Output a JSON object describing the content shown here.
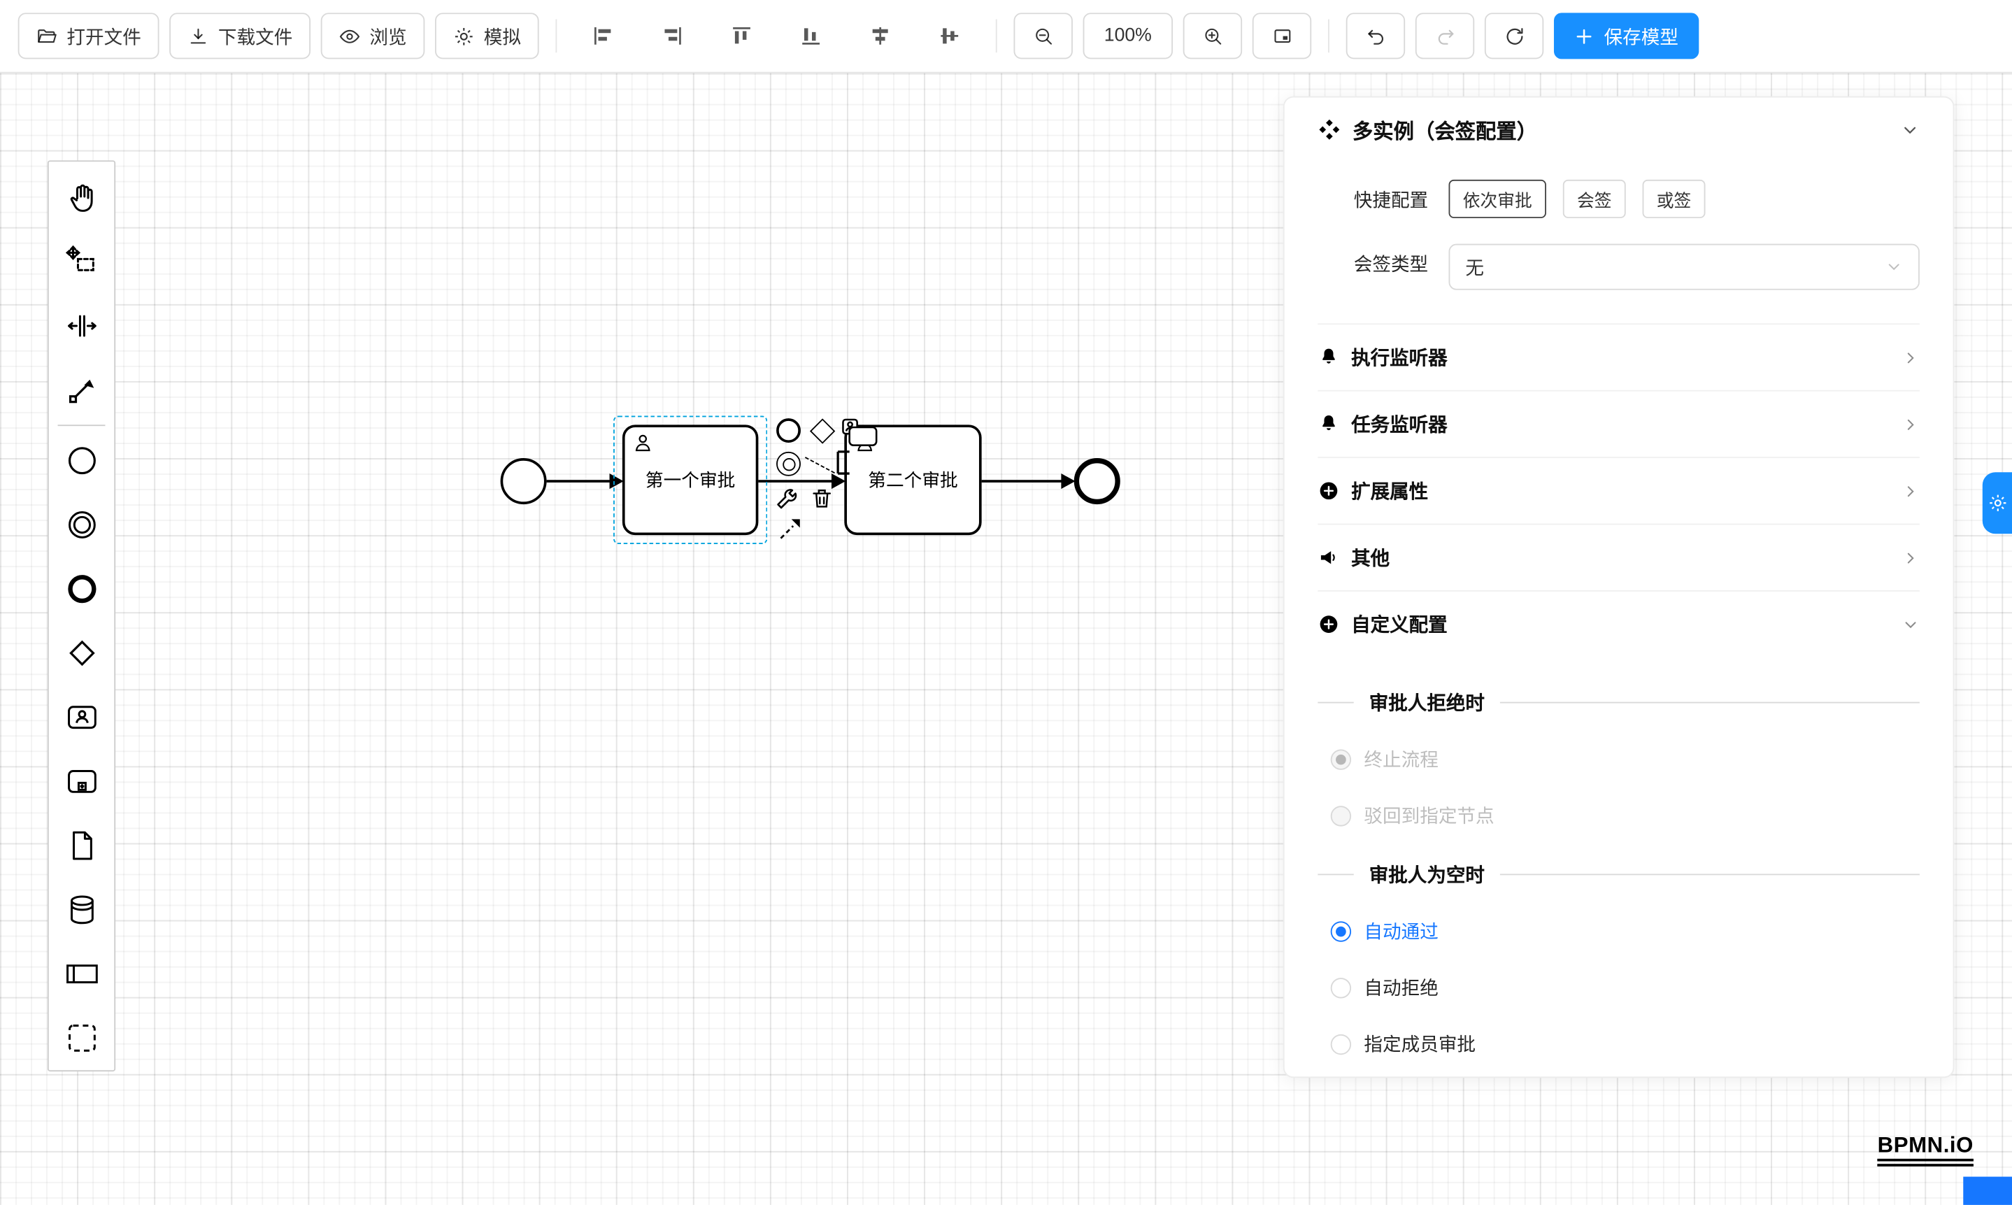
{
  "toolbar": {
    "open_label": "打开文件",
    "download_label": "下载文件",
    "preview_label": "浏览",
    "simulate_label": "模拟",
    "zoom_level": "100%",
    "save_label": "保存模型"
  },
  "canvas": {
    "task1_label": "第一个审批",
    "task2_label": "第二个审批",
    "logo_text": "BPMN.iO"
  },
  "panel": {
    "title": "多实例（会签配置）",
    "quick_config_label": "快捷配置",
    "quick_buttons": [
      "依次审批",
      "会签",
      "或签"
    ],
    "sign_type_label": "会签类型",
    "sign_type_value": "无",
    "sections": [
      {
        "label": "执行监听器",
        "icon": "bell-icon"
      },
      {
        "label": "任务监听器",
        "icon": "bell-icon"
      },
      {
        "label": "扩展属性",
        "icon": "plus-circle-icon"
      },
      {
        "label": "其他",
        "icon": "megaphone-icon"
      },
      {
        "label": "自定义配置",
        "icon": "plus-circle-icon"
      }
    ],
    "reject_divider": "审批人拒绝时",
    "reject_options": [
      {
        "label": "终止流程",
        "checked": true,
        "disabled": true
      },
      {
        "label": "驳回到指定节点",
        "checked": false,
        "disabled": true
      }
    ],
    "empty_divider": "审批人为空时",
    "empty_options": [
      {
        "label": "自动通过",
        "checked": true
      },
      {
        "label": "自动拒绝",
        "checked": false
      },
      {
        "label": "指定成员审批",
        "checked": false
      }
    ]
  },
  "colors": {
    "primary": "#1890ff",
    "radio_active": "#1677ff",
    "selection_outline": "#00a3dd"
  }
}
